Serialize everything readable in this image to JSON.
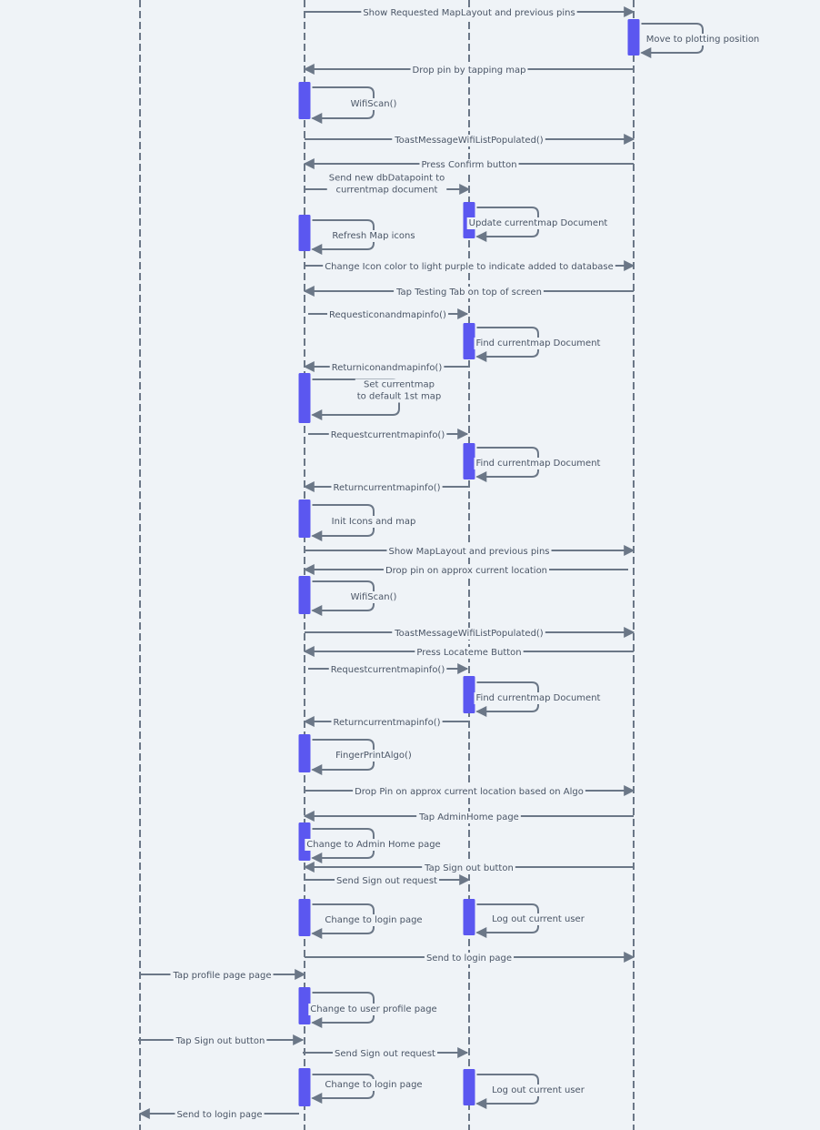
{
  "lifelines": [
    {
      "id": "user"
    },
    {
      "id": "app"
    },
    {
      "id": "db"
    },
    {
      "id": "screen"
    }
  ],
  "messages": [
    {
      "label": "Show Requested MapLayout and previous pins",
      "from": "app",
      "to": "screen"
    },
    {
      "label": "Drop pin by tapping map",
      "from": "screen",
      "to": "app"
    },
    {
      "label": "ToastMessageWifiListPopulated()",
      "from": "app",
      "to": "screen"
    },
    {
      "label": "Press Confirm button",
      "from": "screen",
      "to": "app"
    },
    {
      "label": "Send new dbDatapoint to\ncurrentmap document",
      "from": "app",
      "to": "db"
    },
    {
      "label": "Change Icon color to light purple to indicate added to database",
      "from": "app",
      "to": "screen"
    },
    {
      "label": "Tap Testing Tab on top of screen",
      "from": "screen",
      "to": "app"
    },
    {
      "label": "Requesticonandmapinfo()",
      "from": "app",
      "to": "db"
    },
    {
      "label": "Returniconandmapinfo()",
      "from": "db",
      "to": "app"
    },
    {
      "label": "Requestcurrentmapinfo()",
      "from": "app",
      "to": "db"
    },
    {
      "label": "Returncurrentmapinfo()",
      "from": "db",
      "to": "app"
    },
    {
      "label": "Show MapLayout and previous pins",
      "from": "app",
      "to": "screen"
    },
    {
      "label": "Drop pin on approx current location",
      "from": "screen",
      "to": "app"
    },
    {
      "label": "ToastMessageWifiListPopulated()",
      "from": "app",
      "to": "screen"
    },
    {
      "label": "Press Locateme Button",
      "from": "screen",
      "to": "app"
    },
    {
      "label": "Requestcurrentmapinfo()",
      "from": "app",
      "to": "db"
    },
    {
      "label": "Returncurrentmapinfo()",
      "from": "db",
      "to": "app"
    },
    {
      "label": "Drop Pin on approx current location based on Algo",
      "from": "app",
      "to": "screen"
    },
    {
      "label": "Tap AdminHome page",
      "from": "screen",
      "to": "app"
    },
    {
      "label": "Tap Sign out button",
      "from": "screen",
      "to": "app"
    },
    {
      "label": "Send Sign out request",
      "from": "app",
      "to": "db"
    },
    {
      "label": "Send to login page",
      "from": "app",
      "to": "screen"
    },
    {
      "label": "Tap profile page page",
      "from": "user",
      "to": "app"
    },
    {
      "label": "Tap Sign out button",
      "from": "user",
      "to": "app"
    },
    {
      "label": "Send Sign out request",
      "from": "app",
      "to": "db"
    },
    {
      "label": "Send to login page",
      "from": "app",
      "to": "user"
    }
  ],
  "self_calls": [
    {
      "label": "Move to plotting position",
      "on": "screen"
    },
    {
      "label": "WifiScan()",
      "on": "app"
    },
    {
      "label": "Update currentmap Document",
      "on": "db"
    },
    {
      "label": "Refresh Map icons",
      "on": "app"
    },
    {
      "label": "Find currentmap Document",
      "on": "db"
    },
    {
      "label": "Set currentmap\nto default 1st map",
      "on": "app"
    },
    {
      "label": "Find currentmap Document",
      "on": "db"
    },
    {
      "label": "Init Icons and map",
      "on": "app"
    },
    {
      "label": "WifiScan()",
      "on": "app"
    },
    {
      "label": "Find currentmap Document",
      "on": "db"
    },
    {
      "label": "FingerPrintAlgo()",
      "on": "app"
    },
    {
      "label": "Change to Admin Home page",
      "on": "app"
    },
    {
      "label": "Change to login page",
      "on": "app"
    },
    {
      "label": "Log out current user",
      "on": "db"
    },
    {
      "label": "Change to user profile page",
      "on": "app"
    },
    {
      "label": "Change to login page",
      "on": "app"
    },
    {
      "label": "Log out current user",
      "on": "db"
    }
  ],
  "colors": {
    "background": "#eff3f7",
    "line": "#6b7787",
    "activation": "#5b57f0",
    "label_text": "#4a5566"
  }
}
